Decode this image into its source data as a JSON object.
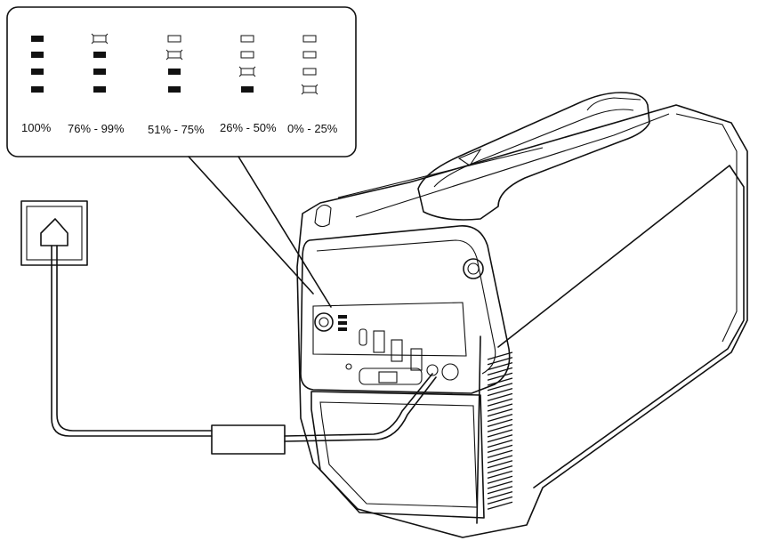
{
  "battery_levels": [
    {
      "label": "100%",
      "bars": [
        "solid",
        "solid",
        "solid",
        "solid"
      ]
    },
    {
      "label": "76% - 99%",
      "bars": [
        "blink",
        "solid",
        "solid",
        "solid"
      ]
    },
    {
      "label": "51% - 75%",
      "bars": [
        "off",
        "blink",
        "solid",
        "solid"
      ]
    },
    {
      "label": "26% - 50%",
      "bars": [
        "off",
        "off",
        "blink",
        "solid"
      ]
    },
    {
      "label": "0% - 25%",
      "bars": [
        "off",
        "off",
        "off",
        "blink"
      ]
    }
  ],
  "icons": {
    "wall_outlet": "wall-socket-icon",
    "power_button": "power-button-icon",
    "indicator": "battery-indicator-icon"
  }
}
